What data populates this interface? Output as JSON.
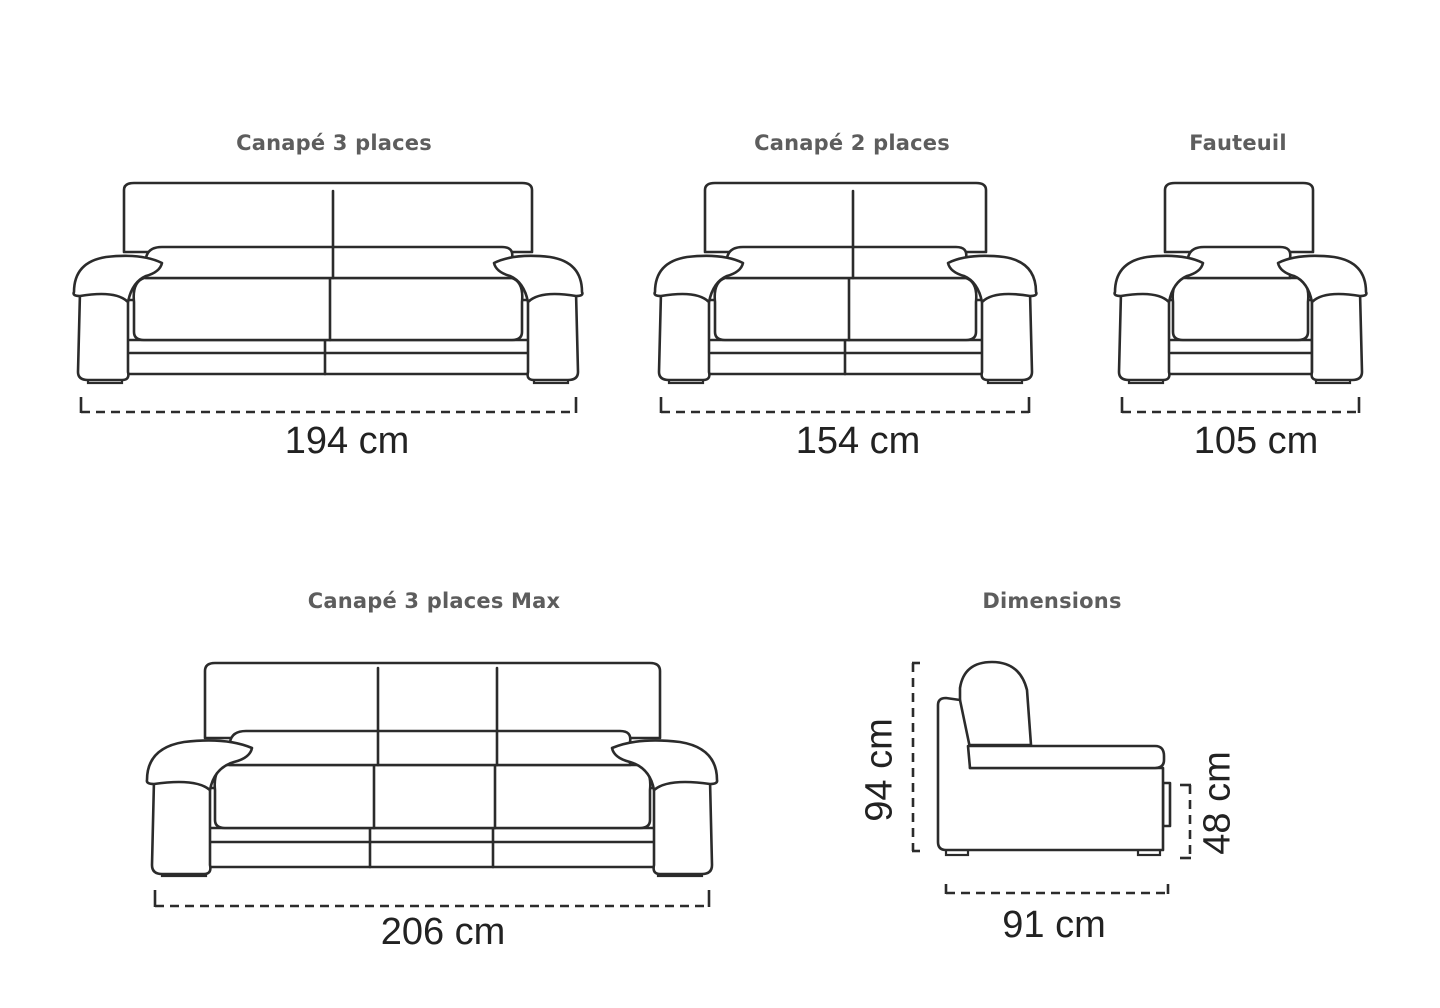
{
  "sofa_3": {
    "title": "Canapé 3 places",
    "width": "194 cm"
  },
  "sofa_2": {
    "title": "Canapé 2 places",
    "width": "154 cm"
  },
  "armchair": {
    "title": "Fauteuil",
    "width": "105 cm"
  },
  "sofa_3_max": {
    "title": "Canapé 3 places Max",
    "width": "206 cm"
  },
  "side_view": {
    "title": "Dimensions",
    "height": "94 cm",
    "seat_height": "48 cm",
    "depth": "91 cm"
  },
  "colors": {
    "title_text": "#5d5d5d",
    "line": "#2b2b2b",
    "background": "#ffffff"
  }
}
